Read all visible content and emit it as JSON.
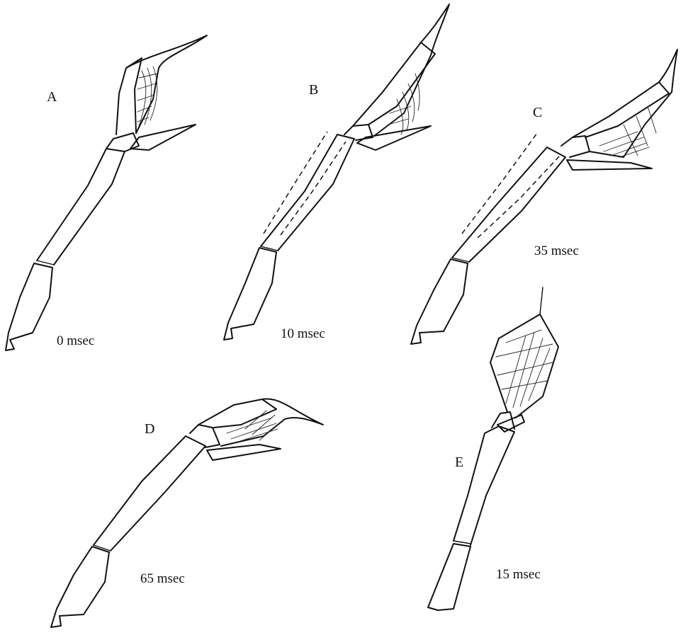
{
  "panels": [
    {
      "letter": "A",
      "time": "0 msec"
    },
    {
      "letter": "B",
      "time": "10 msec"
    },
    {
      "letter": "C",
      "time": "35 msec"
    },
    {
      "letter": "D",
      "time": "65 msec"
    },
    {
      "letter": "E",
      "time": "15 msec"
    }
  ],
  "colors": {
    "ink": "#111111",
    "background": "#ffffff"
  }
}
